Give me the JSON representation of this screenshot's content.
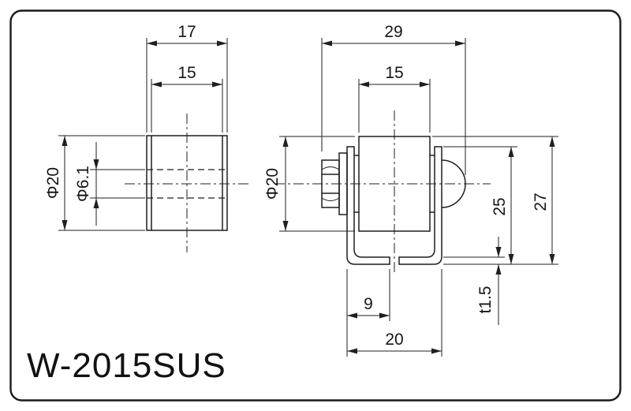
{
  "title": "W-2015SUS",
  "left_view": {
    "dim_hub_width": "17",
    "dim_tread_width": "15",
    "dim_outer_diameter": "Φ20",
    "dim_bore_diameter": "Φ6.1"
  },
  "right_view": {
    "dim_overall_width": "29",
    "dim_wheel_width": "15",
    "dim_wheel_diameter": "Φ20",
    "dim_bracket_height": "25",
    "dim_overall_height": "27",
    "dim_plate_thickness": "t1.5",
    "dim_flange_length": "9",
    "dim_bracket_width": "20"
  },
  "colors": {
    "line": "#1f1f1f",
    "background": "#ffffff"
  }
}
